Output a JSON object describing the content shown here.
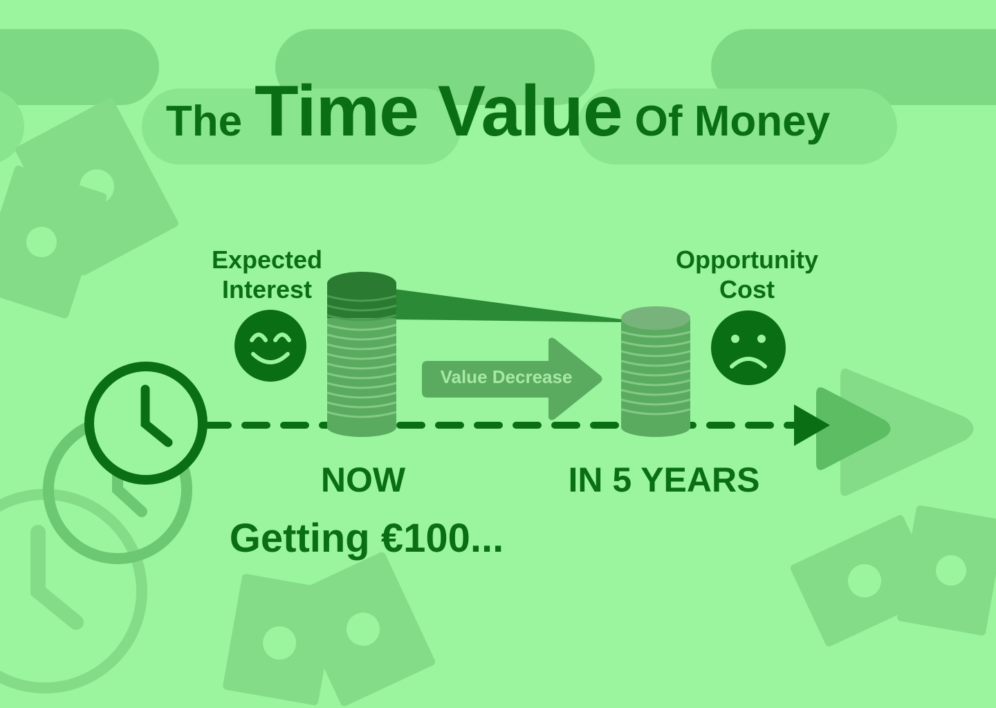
{
  "title": {
    "part1": "The",
    "part2": "Time Value",
    "part3": "Of Money"
  },
  "labels": {
    "expected_interest": [
      "Expected",
      "Interest"
    ],
    "opportunity_cost": [
      "Opportunity",
      "Cost"
    ],
    "value_decrease": "Value Decrease",
    "now": "NOW",
    "in_5_years": "IN 5 YEARS",
    "getting": "Getting €100..."
  },
  "colors": {
    "background": "#9bf59f",
    "dark_green": "#0a6e14",
    "faded_green": "#84dc89"
  },
  "icons": {
    "happy": "smiling-face-icon",
    "sad": "sad-face-icon",
    "clock": "clock-icon",
    "money": "banknote-icon"
  }
}
